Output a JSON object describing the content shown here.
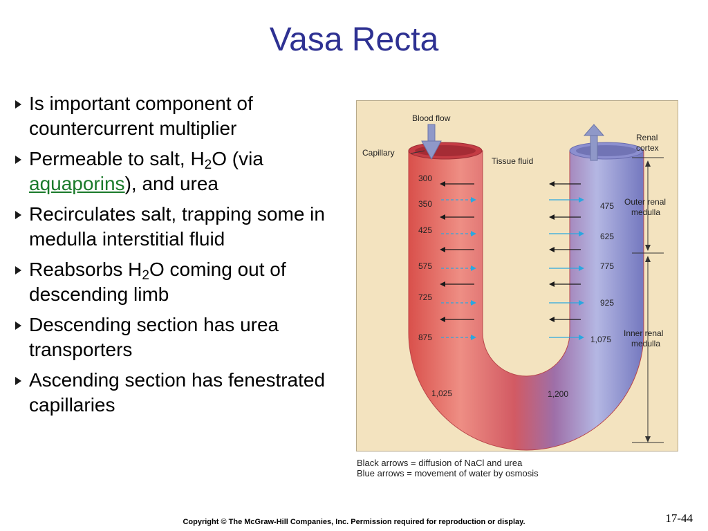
{
  "slide": {
    "title": "Vasa Recta",
    "page_number": "17-44"
  },
  "bullets": [
    {
      "text": "Is important component of countercurrent multiplier"
    },
    {
      "pre": "Permeable to salt, H",
      "sub1": "2",
      "mid": "O (via ",
      "link": "aquaporins",
      "post": "), and urea"
    },
    {
      "text": "Recirculates salt, trapping some in medulla interstitial fluid"
    },
    {
      "pre": "Reabsorbs H",
      "sub1": "2",
      "post": "O coming out of descending limb"
    },
    {
      "text": "Descending section has urea transporters"
    },
    {
      "text": "Ascending section has fenestrated capillaries"
    }
  ],
  "diagram": {
    "labels": {
      "blood_flow": "Blood flow",
      "capillary": "Capillary",
      "tissue_fluid": "Tissue fluid",
      "renal_cortex_1": "Renal",
      "renal_cortex_2": "cortex",
      "outer_medulla_1": "Outer renal",
      "outer_medulla_2": "medulla",
      "inner_medulla_1": "Inner renal",
      "inner_medulla_2": "medulla"
    },
    "descending_values": [
      "300",
      "350",
      "425",
      "575",
      "725",
      "875",
      "1,025"
    ],
    "ascending_values": [
      "475",
      "625",
      "775",
      "925",
      "1,075",
      "1,200"
    ],
    "colors": {
      "descending": "#e0564f",
      "ascending": "#7f86c8",
      "nacl_arrow": "#1a1a1a",
      "water_arrow": "#2aa7e0",
      "background": "#f3e3bf"
    }
  },
  "caption": {
    "line1": "Black arrows = diffusion of NaCl and urea",
    "line2": "Blue arrows = movement of water by osmosis"
  },
  "copyright": "Copyright © The McGraw-Hill Companies, Inc. Permission required for reproduction or display."
}
